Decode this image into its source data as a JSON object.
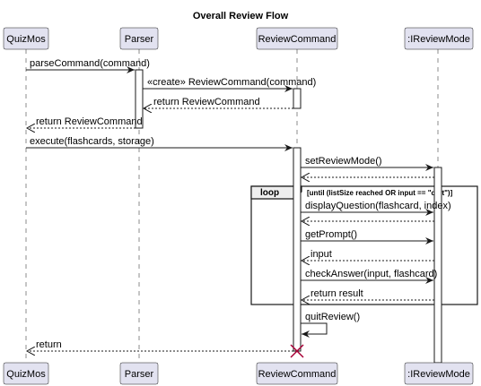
{
  "title": "Overall Review Flow",
  "colors": {
    "participant_fill": "#E2E2F0",
    "participant_stroke": "#181818",
    "lifeline": "#181818",
    "destroy": "#A80036"
  },
  "participants": [
    {
      "id": "quizmos",
      "label": "QuizMos"
    },
    {
      "id": "parser",
      "label": "Parser"
    },
    {
      "id": "reviewcommand",
      "label": "ReviewCommand"
    },
    {
      "id": "ireviewmode",
      "label": ":IReviewMode"
    }
  ],
  "messages": [
    {
      "text": "parseCommand(command)",
      "style": "solid"
    },
    {
      "text": "«create» ReviewCommand(command)",
      "style": "solid"
    },
    {
      "text": "return ReviewCommand",
      "style": "dashed"
    },
    {
      "text": "return ReviewCommand",
      "style": "dashed"
    },
    {
      "text": "execute(flashcards, storage)",
      "style": "solid"
    },
    {
      "text": "setReviewMode()",
      "style": "solid"
    },
    {
      "text": "",
      "style": "dashed"
    },
    {
      "text": "displayQuestion(flashcard, index)",
      "style": "solid"
    },
    {
      "text": "",
      "style": "dashed"
    },
    {
      "text": "getPrompt()",
      "style": "solid"
    },
    {
      "text": "input",
      "style": "dashed"
    },
    {
      "text": "checkAnswer(input, flashcard)",
      "style": "solid"
    },
    {
      "text": "return result",
      "style": "dashed"
    },
    {
      "text": "quitReview()",
      "style": "self"
    },
    {
      "text": "return",
      "style": "dashed"
    }
  ],
  "loop": {
    "keyword": "loop",
    "guard": "[until (listSize reached OR input == \"quit\")]"
  }
}
